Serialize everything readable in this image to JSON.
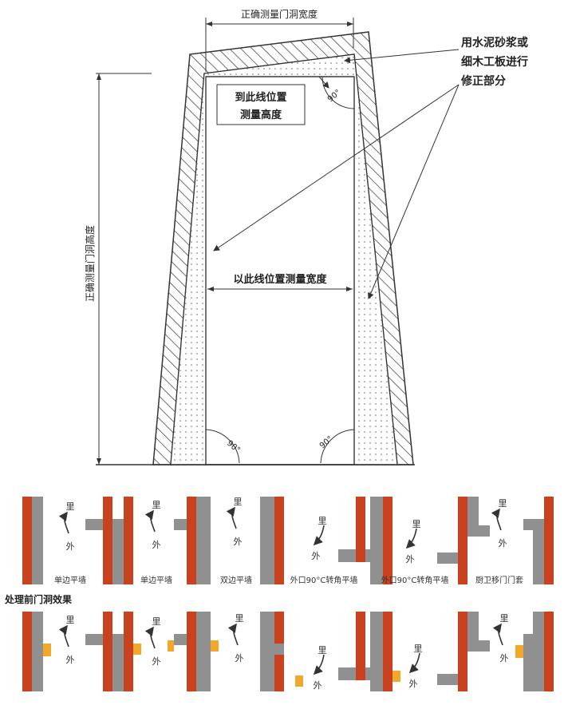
{
  "colors": {
    "wall_red": "#c8421f",
    "wall_gray": "#909090",
    "patch_orange": "#f0a92a",
    "line": "#333333"
  },
  "diagram": {
    "top_dim_label": "正确测量门洞宽度",
    "left_dim_label": "正确测量门洞高度",
    "height_line_label_1": "到此线位置",
    "height_line_label_2": "测量高度",
    "width_line_label": "以此线位置测量宽度",
    "correction_label_1": "用水泥砂浆或",
    "correction_label_2": "细木工板进行",
    "correction_label_3": "修正部分",
    "angle_label": "90°"
  },
  "wall_types": {
    "inside_label": "里",
    "outside_label": "外",
    "captions": [
      "单边平墙",
      "单边平墙",
      "双边平墙",
      "外口90°C转角平墙",
      "外口90°C转角平墙",
      "厨卫移门门套"
    ]
  },
  "effect_title": "处理前门洞效果"
}
